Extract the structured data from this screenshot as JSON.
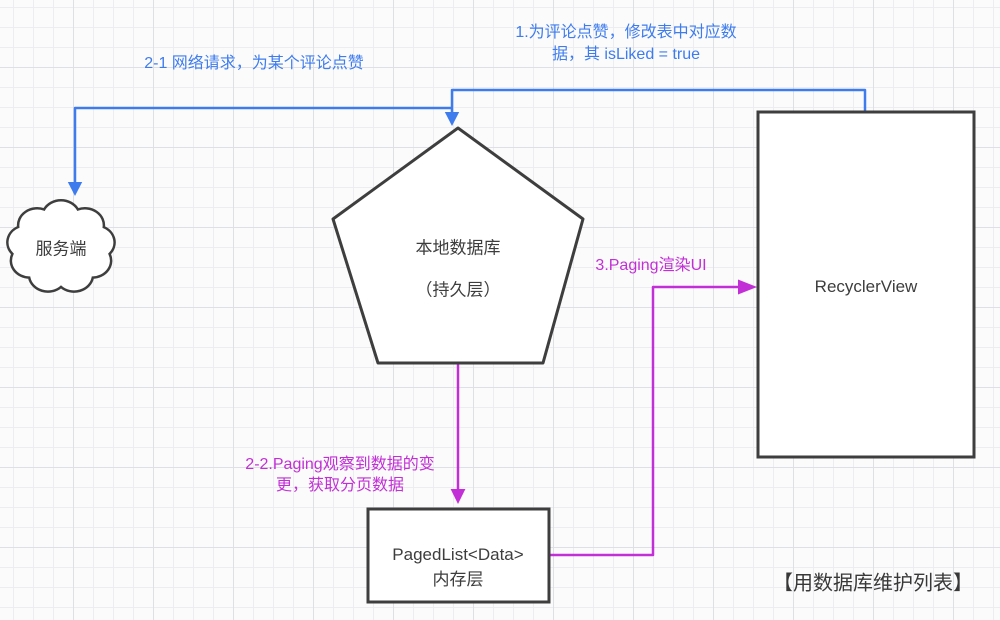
{
  "diagram_title": "【用数据库维护列表】",
  "colors": {
    "blue_flow": "#3e7cee",
    "magenta_flow": "#c32fd6",
    "shape_stroke": "#3e3e3e",
    "grid_line": "#ececf1"
  },
  "nodes": {
    "server": {
      "label": "服务端",
      "shape": "cloud"
    },
    "database": {
      "title": "本地数据库",
      "subtitle": "（持久层）",
      "shape": "pentagon"
    },
    "recycler": {
      "label": "RecyclerView",
      "shape": "rectangle"
    },
    "pagedlist": {
      "label": "PagedList<Data>\n内存层",
      "shape": "rectangle"
    }
  },
  "edges": {
    "step1": {
      "label": "1.为评论点赞，修改表中对应数\n据，其 isLiked = true",
      "color": "#3e7cee"
    },
    "step2_1": {
      "label": "2-1 网络请求，为某个评论点赞",
      "color": "#3e7cee"
    },
    "step2_2": {
      "label": "2-2.Paging观察到数据的变\n更，获取分页数据",
      "color": "#c32fd6"
    },
    "step3": {
      "label": "3.Paging渲染UI",
      "color": "#c32fd6"
    }
  }
}
